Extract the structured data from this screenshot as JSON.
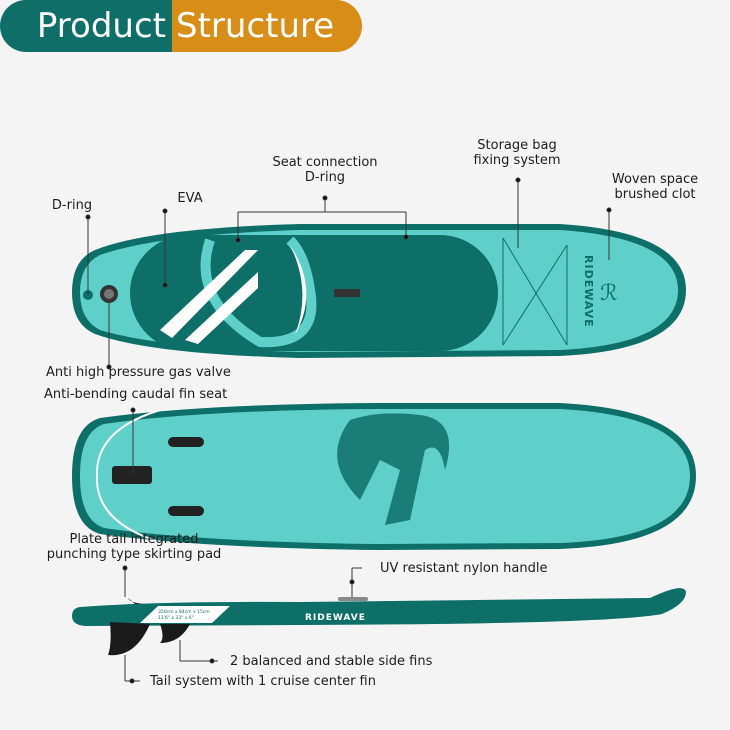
{
  "title": {
    "part1": "Product",
    "part2": "Structure"
  },
  "colors": {
    "dark_teal": "#0e6f68",
    "light_teal": "#5fd0c9",
    "title_orange": "#d78d16",
    "title_green": "#0f6e67"
  },
  "labels": {
    "seat_connection_1": "Seat connection",
    "seat_connection_2": "D-ring",
    "storage_bag_1": "Storage bag",
    "storage_bag_2": "fixing system",
    "woven_1": "Woven space",
    "woven_2": "brushed clot",
    "d_ring": "D-ring",
    "eva": "EVA",
    "gas_valve": "Anti high pressure gas valve",
    "fin_seat": "Anti-bending caudal fin seat",
    "skirting_1": "Plate tail integrated",
    "skirting_2": "punching type skirting pad",
    "handle": "UV resistant nylon handle",
    "side_fins": "2 balanced and stable side fins",
    "center_fin": "Tail system with 1 cruise center fin"
  },
  "board": {
    "brand": "RIDEWAVE",
    "dims_metric": "350cm x 84cm x 15cm",
    "dims_imperial": "11'6\" x 33\" x 6\""
  }
}
